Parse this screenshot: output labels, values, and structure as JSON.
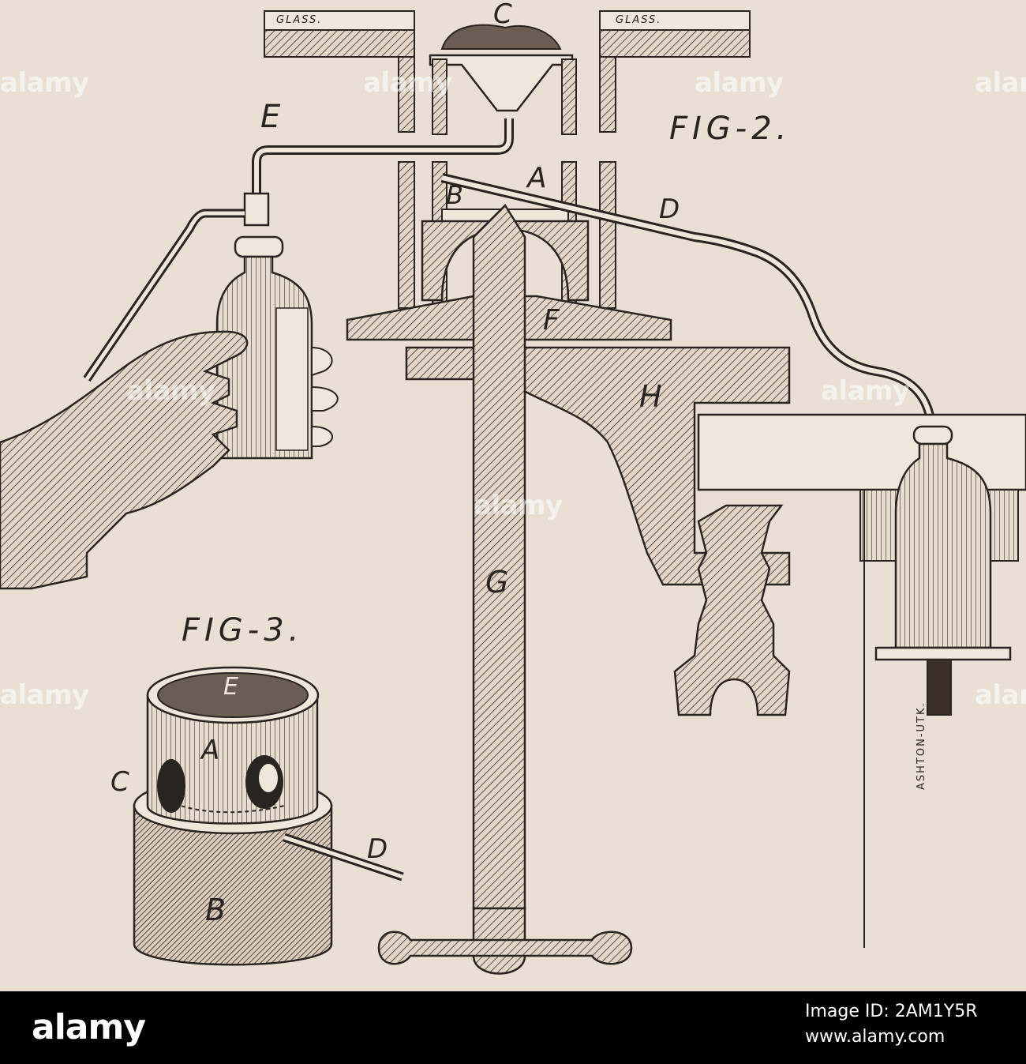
{
  "figure": {
    "fig2_label": "FIG-2.",
    "fig3_label": "FIG-3.",
    "glass_left": "GLASS.",
    "glass_right": "GLASS.",
    "fig2_parts": {
      "a": "A",
      "b": "B",
      "c": "C",
      "d": "D",
      "e": "E",
      "f": "F",
      "g": "G",
      "h": "H"
    },
    "fig3_parts": {
      "a": "A",
      "b": "B",
      "c": "C",
      "d": "D",
      "e": "E"
    },
    "engraver": "ASHTON-UTK."
  },
  "watermark": {
    "text": "alamy"
  },
  "footer": {
    "logo": "alamy",
    "image_id": "Image ID: 2AM1Y5R",
    "url": "www.alamy.com"
  },
  "colors": {
    "paper": "#e9dfd4",
    "ink": "#2a2420",
    "band": "#000000"
  }
}
